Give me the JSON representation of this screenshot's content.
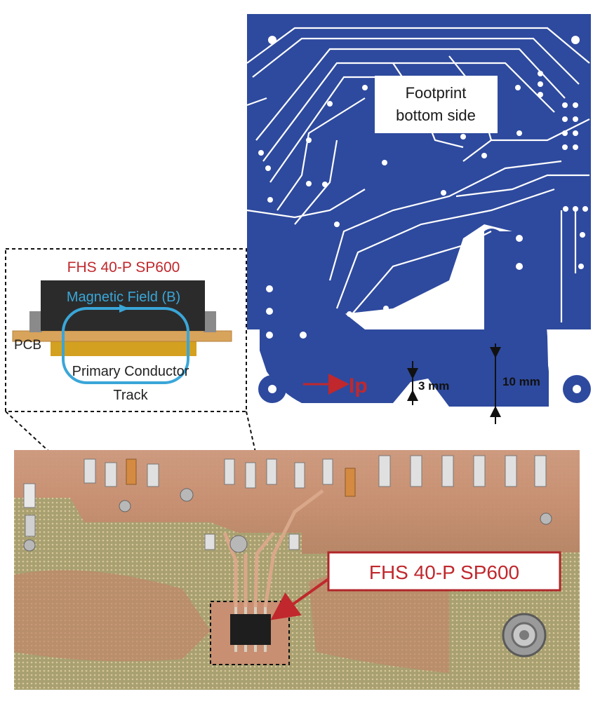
{
  "labels": {
    "footprint_line1": "Footprint",
    "footprint_line2": "bottom side",
    "sensor_title": "FHS 40-P SP600",
    "magnetic_field": "Magnetic Field (B)",
    "pcb": "PCB",
    "primary_line1": "Primary Conductor",
    "primary_line2": "Track",
    "current": "Ip",
    "dim_3mm": "3 mm",
    "dim_10mm": "10 mm",
    "photo_callout": "FHS 40-P SP600"
  },
  "colors": {
    "copper_blue": "#2e4a9e",
    "trace_white": "#ffffff",
    "accent_red": "#c0282d",
    "field_blue": "#3aa6d8",
    "pcb_tan": "#d8a35a",
    "track_gold": "#d4a020",
    "sensor_body": "#2b2b2b",
    "board_copper": "#c98a6a",
    "board_green": "#9aa06a"
  }
}
